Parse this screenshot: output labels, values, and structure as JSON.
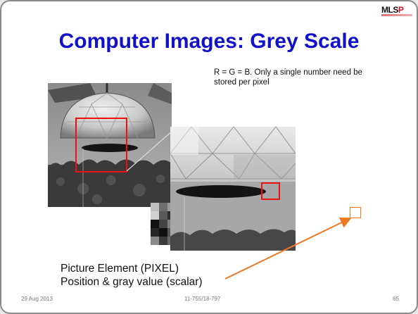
{
  "logo": {
    "text_main": "MLS",
    "text_accent": "P"
  },
  "title": "Computer Images: Grey Scale",
  "note": "R = G = B. Only a single number need be stored per pixel",
  "caption": {
    "line1": "Picture Element (PIXEL)",
    "line2": "Position & gray value (scalar)"
  },
  "footer": {
    "date": "29 Aug 2013",
    "course": "11-755/18-797",
    "page": "65"
  },
  "colors": {
    "title": "#1111cc",
    "highlight_box": "#ee1111",
    "pointer": "#ee7722"
  }
}
